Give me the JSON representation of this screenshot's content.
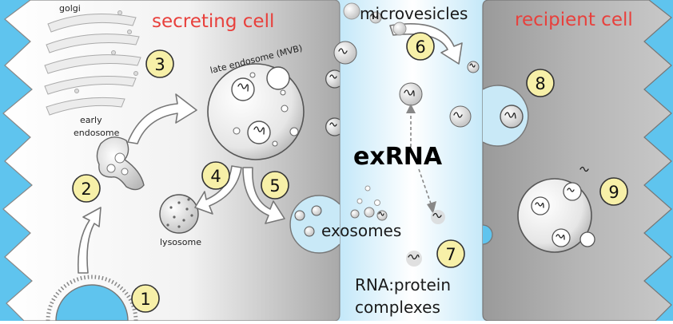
{
  "labels": {
    "secreting_cell": "secreting cell",
    "recipient_cell": "recipient cell",
    "microvesicles": "microvesicles",
    "golgi": "golgi",
    "early_endosome_line1": "early",
    "early_endosome_line2": "endosome",
    "late_endosome": "late endosome (MVB)",
    "lysosome": "lysosome",
    "exrna": "exRNA",
    "exosomes": "exosomes",
    "rna_protein_line1": "RNA:protein",
    "rna_protein_line2": "complexes"
  },
  "steps": [
    "1",
    "2",
    "3",
    "4",
    "5",
    "6",
    "7",
    "8",
    "9"
  ],
  "colors": {
    "cell_grey": "#b8b8b8",
    "cell_light": "#f2f2f2",
    "extracellular_blue": "#5fc4ee",
    "lumen_blue": "#c9e9f7",
    "label_red": "#e8403c",
    "step_yellow": "#f7f0a8"
  }
}
